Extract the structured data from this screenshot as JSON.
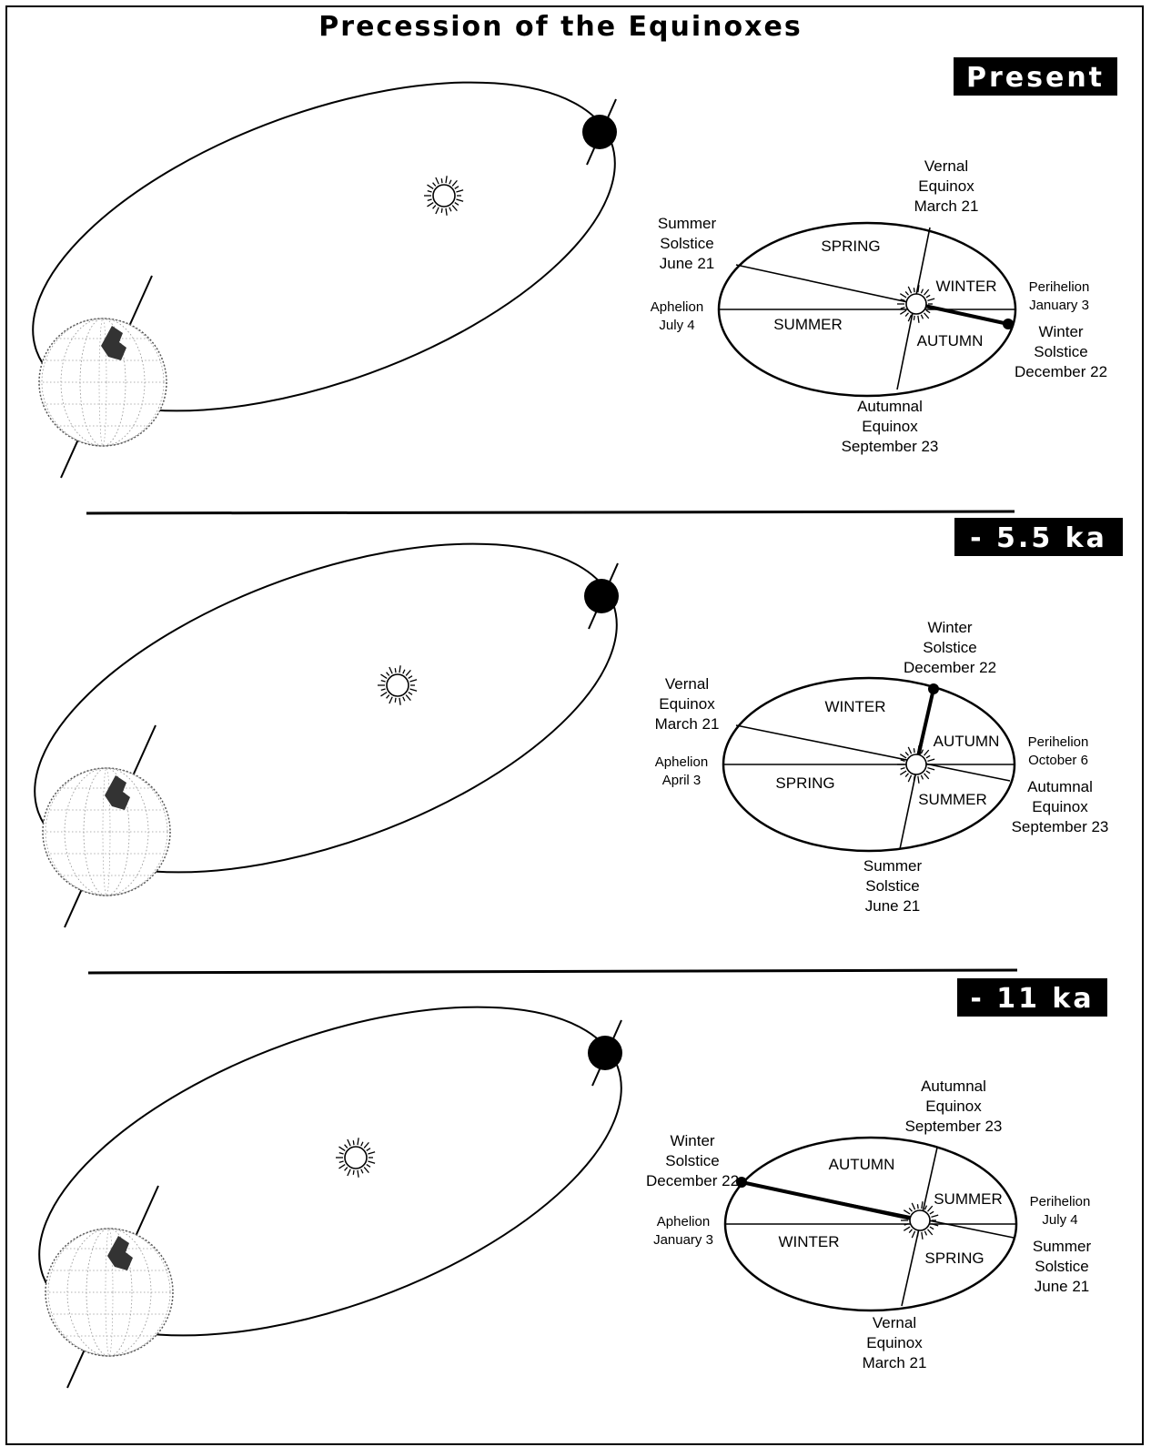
{
  "title": "Precession of the Equinoxes",
  "panels": [
    {
      "badge": "Present",
      "seasons": [
        "SPRING",
        "WINTER",
        "SUMMER",
        "AUTUMN"
      ],
      "top": [
        "Vernal",
        "Equinox",
        "March 21"
      ],
      "upper_left": [
        "Summer",
        "Solstice",
        "June 21"
      ],
      "aphelion": [
        "Aphelion",
        "July 4"
      ],
      "perihelion": [
        "Perihelion",
        "January 3"
      ],
      "lower_right": [
        "Winter",
        "Solstice",
        "December 22"
      ],
      "bottom": [
        "Autumnal",
        "Equinox",
        "September 23"
      ]
    },
    {
      "badge": "- 5.5 ka",
      "seasons": [
        "WINTER",
        "AUTUMN",
        "SPRING",
        "SUMMER"
      ],
      "top": [
        "Winter",
        "Solstice",
        "December 22"
      ],
      "upper_left": [
        "Vernal",
        "Equinox",
        "March 21"
      ],
      "aphelion": [
        "Aphelion",
        "April 3"
      ],
      "perihelion": [
        "Perihelion",
        "October 6"
      ],
      "lower_right": [
        "Autumnal",
        "Equinox",
        "September 23"
      ],
      "bottom": [
        "Summer",
        "Solstice",
        "June 21"
      ]
    },
    {
      "badge": "- 11 ka",
      "seasons": [
        "AUTUMN",
        "SUMMER",
        "WINTER",
        "SPRING"
      ],
      "top": [
        "Autumnal",
        "Equinox",
        "September 23"
      ],
      "upper_left": [
        "Winter",
        "Solstice",
        "December 22"
      ],
      "aphelion": [
        "Aphelion",
        "January 3"
      ],
      "perihelion": [
        "Perihelion",
        "July 4"
      ],
      "lower_right": [
        "Summer",
        "Solstice",
        "June 21"
      ],
      "bottom": [
        "Vernal",
        "Equinox",
        "March 21"
      ]
    }
  ]
}
